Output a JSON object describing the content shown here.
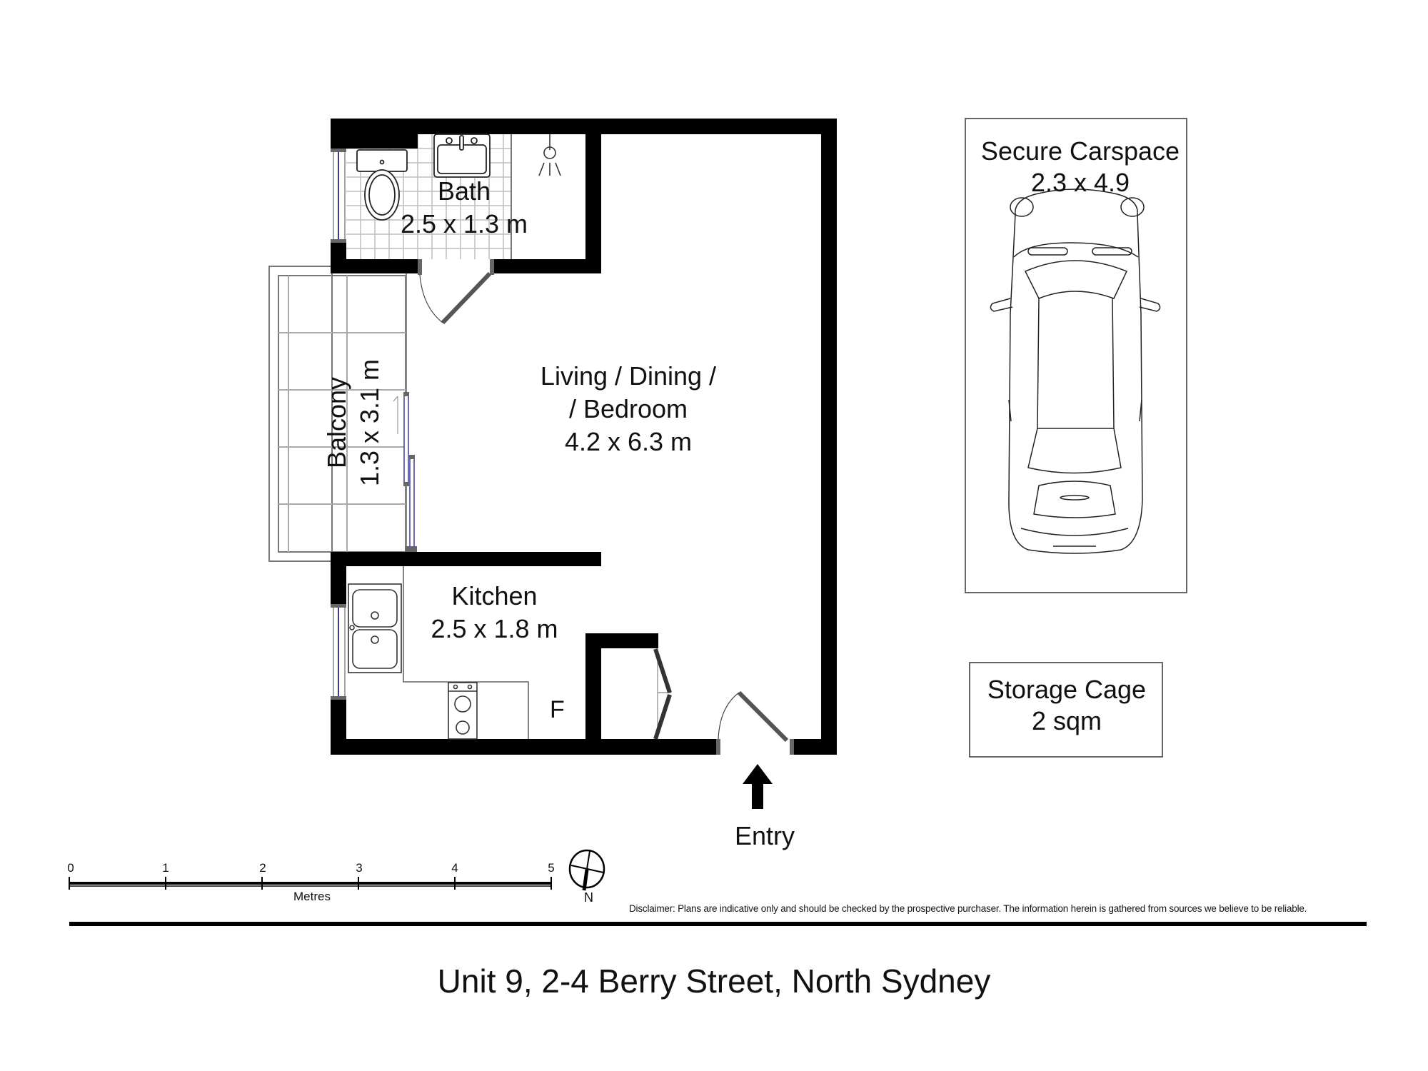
{
  "plan": {
    "address_title": "Unit 9, 2-4 Berry Street, North Sydney",
    "disclaimer": "Disclaimer: Plans are indicative only and should be checked by the prospective purchaser. The information herein is gathered from sources we believe to be reliable.",
    "rooms": {
      "bath": {
        "name": "Bath",
        "dimensions": "2.5 x 1.3 m"
      },
      "living": {
        "name_line1": "Living / Dining /",
        "name_line2": "/ Bedroom",
        "name_line2_text": "Bedroom",
        "name_line2_prefix": "/",
        "dimensions": "4.2 x 6.3 m"
      },
      "balcony": {
        "name": "Balcony",
        "dimensions": "1.3 x 3.1 m"
      },
      "kitchen": {
        "name": "Kitchen",
        "dimensions": "2.5 x 1.8 m",
        "fridge_label": "F"
      }
    },
    "carspace": {
      "name": "Secure Carspace",
      "dimensions": "2.3 x 4.9"
    },
    "storage": {
      "name": "Storage Cage",
      "dimensions": "2 sqm"
    },
    "entry_label": "Entry",
    "scale": {
      "unit_label": "Metres",
      "ticks": [
        "0",
        "1",
        "2",
        "3",
        "4",
        "5"
      ]
    },
    "compass": {
      "north_label": "N"
    },
    "colors": {
      "wall": "#000000",
      "door_leaf": "#555555",
      "window_glass": "#3a3a9a",
      "tile_grid": "#bbbbbb",
      "fixture_line": "#222222"
    }
  }
}
